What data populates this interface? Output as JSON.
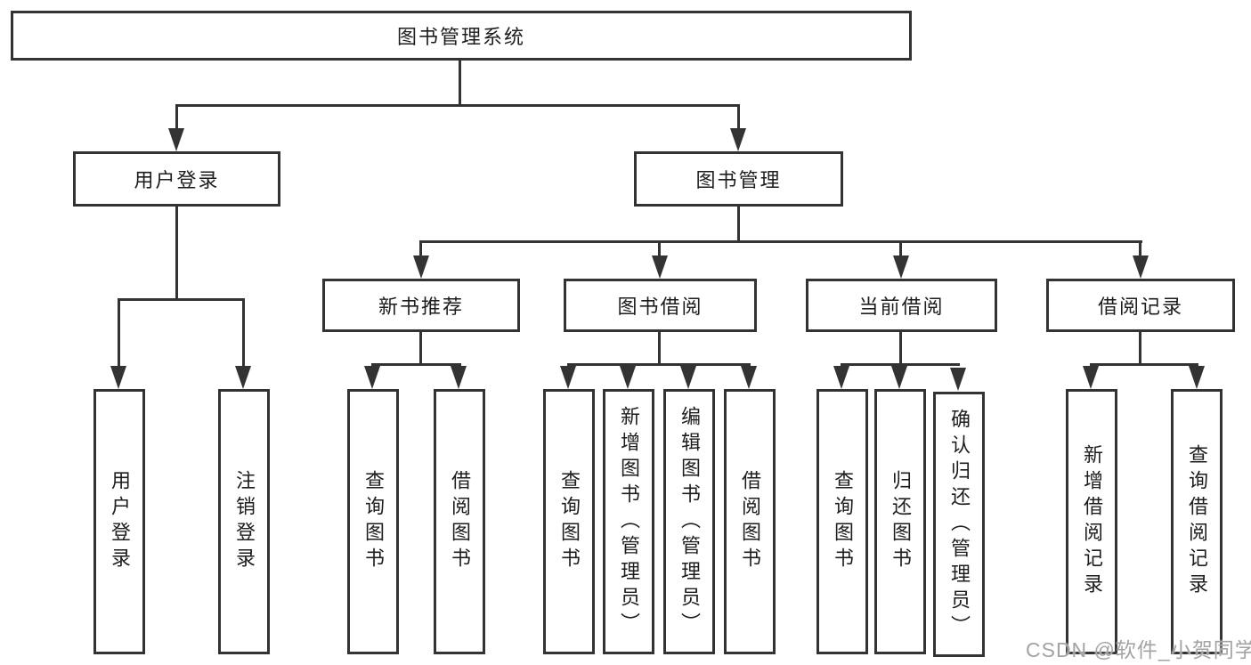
{
  "colors": {
    "line": "#333333",
    "box_border": "#333333",
    "box_background": "#ffffff",
    "text": "#1d1d1d",
    "watermark": "#a3a3a3",
    "page_background": "#ffffff"
  },
  "watermark": {
    "text": "CSDN @软件_小贺同学"
  },
  "diagram": {
    "root": {
      "label": "图书管理系统"
    },
    "level2": [
      {
        "label": "用户登录"
      },
      {
        "label": "图书管理"
      }
    ],
    "level3": [
      {
        "label": "新书推荐"
      },
      {
        "label": "图书借阅"
      },
      {
        "label": "当前借阅"
      },
      {
        "label": "借阅记录"
      }
    ],
    "leaf_groups": [
      {
        "parent": "用户登录",
        "items": [
          {
            "label": "用户登录"
          },
          {
            "label": "注销登录"
          }
        ]
      },
      {
        "parent": "新书推荐",
        "items": [
          {
            "label": "查询图书"
          },
          {
            "label": "借阅图书"
          }
        ]
      },
      {
        "parent": "图书借阅",
        "items": [
          {
            "label": "查询图书"
          },
          {
            "label": "新增图书（管理员）"
          },
          {
            "label": "编辑图书（管理员）"
          },
          {
            "label": "借阅图书"
          }
        ]
      },
      {
        "parent": "当前借阅",
        "items": [
          {
            "label": "查询图书"
          },
          {
            "label": "归还图书"
          },
          {
            "label": "确认归还（管理员）"
          }
        ]
      },
      {
        "parent": "借阅记录",
        "items": [
          {
            "label": "新增借阅记录"
          },
          {
            "label": "查询借阅记录"
          }
        ]
      }
    ]
  }
}
